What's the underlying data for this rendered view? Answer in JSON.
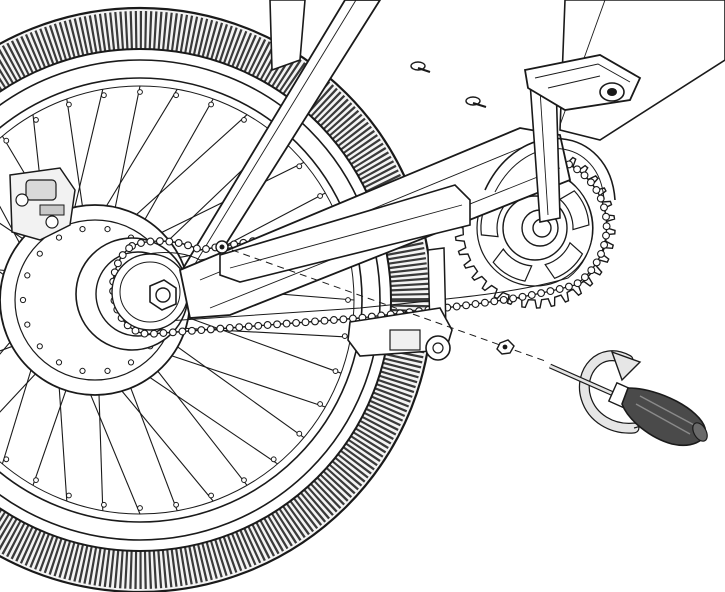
{
  "illustration": {
    "colors": {
      "background": "#ffffff",
      "line": "#1a1a1a",
      "tire_tread": "#3a3a3a",
      "chrome": "#e4e4e4",
      "rotation_arrow": "#e6e6e6",
      "screwdriver_handle": "#4a4a4a"
    },
    "icons": {
      "rotation": "clockwise-rotation-arrow-icon",
      "tool": "screwdriver-icon",
      "fastener": "screw-icon"
    },
    "wheel": {
      "spoke_count": 36
    },
    "chainring": {
      "tooth_count": 34
    },
    "screws": {
      "count": 3
    }
  }
}
